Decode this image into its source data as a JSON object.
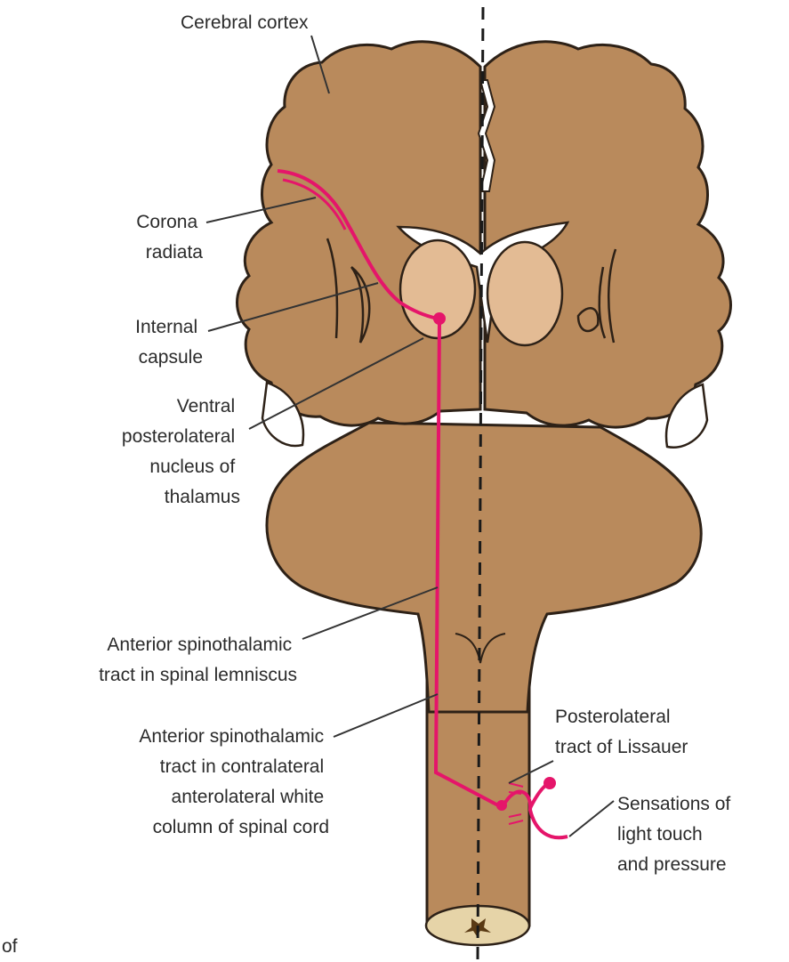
{
  "colors": {
    "brain": "#b98a5c",
    "brain_outline": "#2d2117",
    "thalamus": "#e3bb94",
    "tract": "#e5156a",
    "cord_section": "#e6d4a8",
    "leader": "#333333"
  },
  "labels": {
    "cerebral_cortex": "Cerebral cortex",
    "corona_radiata": [
      "Corona",
      "radiata"
    ],
    "internal_capsule": [
      "Internal",
      "capsule"
    ],
    "vpl_nucleus": [
      "Ventral",
      "posterolateral",
      "nucleus of",
      "thalamus"
    ],
    "tract_lemniscus": [
      "Anterior spinothalamic",
      "tract in spinal lemniscus"
    ],
    "tract_cord": [
      "Anterior spinothalamic",
      "tract in contralateral",
      "anterolateral white",
      "column of spinal cord"
    ],
    "lissauer": [
      "Posterolateral",
      "tract of Lissauer"
    ],
    "sensations": [
      "Sensations of",
      "light touch",
      "and pressure"
    ],
    "corner_fragment": "of"
  }
}
